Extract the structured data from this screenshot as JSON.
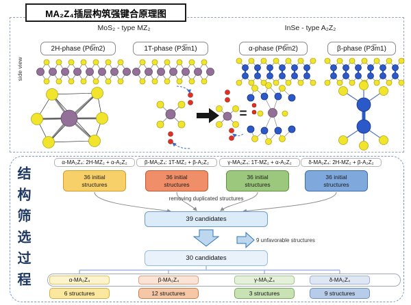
{
  "title": "MA₂Z₄插层构筑强键合原理图",
  "principle": {
    "left_header": "MoS₂ - type MZ₂",
    "right_header": "InSe - type A₂Z₂",
    "side_label": "side view",
    "phases": [
      {
        "label": "2H-phase (P6̅m2)"
      },
      {
        "label": "1T-phase (P3̅m1)"
      },
      {
        "label": "α-phase (P6̅m2)"
      },
      {
        "label": "β-phase (P3̅m1)"
      }
    ],
    "equals_sign": "="
  },
  "screening": {
    "side_label": "结构筛选过程",
    "groups": [
      {
        "formula": "α-MA₂Z₄: 2H-MZ₂ + α-A₂Z₂",
        "count": "36 initial structures",
        "color": "#F8D06A"
      },
      {
        "formula": "β-MA₂Z₄: 1T-MZ₂ + β-A₂Z₂",
        "count": "36 initial structures",
        "color": "#EF8E68"
      },
      {
        "formula": "γ-MA₂Z₄: 1T-MZ₂ + α-A₂Z₂",
        "count": "36 initial structures",
        "color": "#9CC87E"
      },
      {
        "formula": "δ-MA₂Z₄: 2H-MZ₂ + β-A₂Z₂",
        "count": "36 initial structures",
        "color": "#7FA8DC"
      }
    ],
    "removing_label": "removing  duplicated structures",
    "candidates_39": "39 candidates",
    "unfavorable_label": "9 unfavorable structures",
    "candidates_30": "30 candidates",
    "final_groups": [
      {
        "formula": "α-MA₂Z₄",
        "count": "6 structures",
        "color": "#FCE79F"
      },
      {
        "formula": "β-MA₂Z₄",
        "count": "12 structures",
        "color": "#F6C7A6"
      },
      {
        "formula": "γ-MA₂Z₄",
        "count": "3 structures",
        "color": "#C8E2B4"
      },
      {
        "formula": "δ-MA₂Z₄",
        "count": "9 structures",
        "color": "#B7CCE9"
      }
    ]
  }
}
